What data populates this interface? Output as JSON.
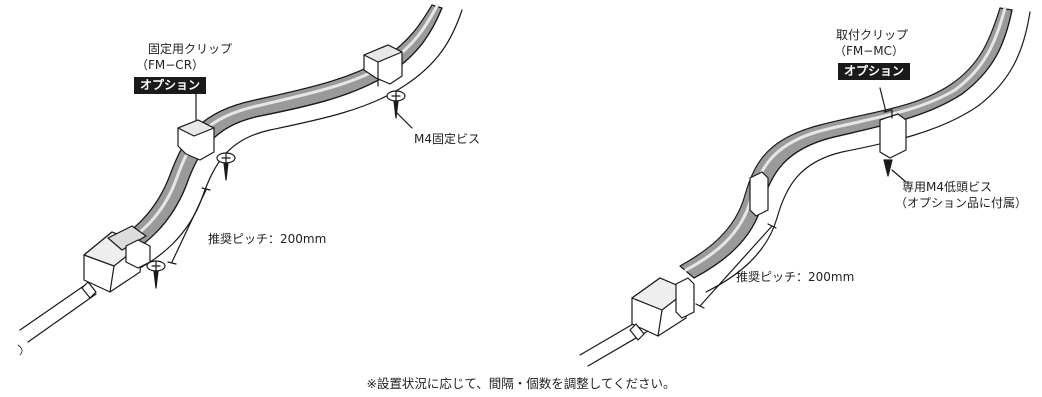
{
  "left_diagram": {
    "clip_name": "固定用クリップ",
    "clip_model": "（FM−CR）",
    "option_badge": "オプション",
    "screw_label": "M4固定ビス",
    "pitch_label": "推奨ピッチ：200mm"
  },
  "right_diagram": {
    "clip_name": "取付クリップ",
    "clip_model": "（FM−MC）",
    "option_badge": "オプション",
    "screw_label_line1": "専用M4低頭ビス",
    "screw_label_line2": "（オプション品に付属）",
    "pitch_label": "推奨ピッチ：200mm"
  },
  "footer_note": "※設置状況に応じて、間隔・個数を調整してください。",
  "colors": {
    "strip_fill": "#9a9a9a",
    "strip_top": "#cfcfcf",
    "outline": "#1a1a1a",
    "badge_bg": "#1a1a1a"
  }
}
